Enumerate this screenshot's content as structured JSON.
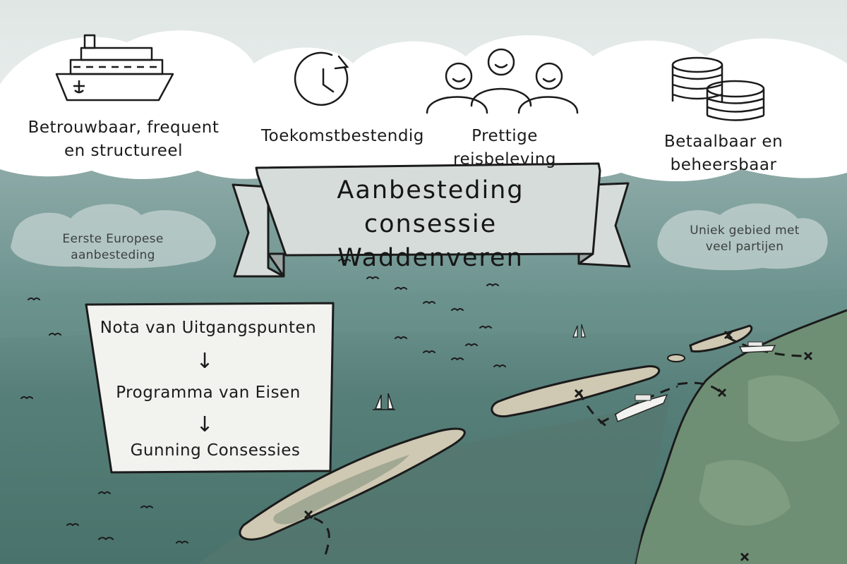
{
  "goals": [
    {
      "id": "reliability",
      "label": "Betrouwbaar, frequent\nen structureel",
      "icon": "ferry-ship-icon"
    },
    {
      "id": "future",
      "label": "Toekomstbestendig",
      "icon": "clock-icon"
    },
    {
      "id": "experience",
      "label": "Prettige reisbeleving",
      "icon": "people-icon"
    },
    {
      "id": "affordable",
      "label": "Betaalbaar en beheersbaar",
      "icon": "coins-icon"
    }
  ],
  "banner": {
    "title": "Aanbesteding consessie\nWaddenveren"
  },
  "notes": {
    "left": "Eerste Europese aanbesteding",
    "right": "Uniek gebied met\nveel partijen"
  },
  "process": {
    "steps": [
      "Nota van Uitgangspunten",
      "Programma van Eisen",
      "Gunning Consessies"
    ],
    "arrow_glyph": "↓"
  },
  "colors": {
    "sky": "#e6ebe9",
    "cloud": "#ffffff",
    "sea_far": "#7f9f9d",
    "sea": "#557f78",
    "sea_near": "#46706a",
    "land": "#6f8f74",
    "sand": "#cfc8b2",
    "banner": "#d6dcda",
    "ink": "#1b1b1b"
  }
}
